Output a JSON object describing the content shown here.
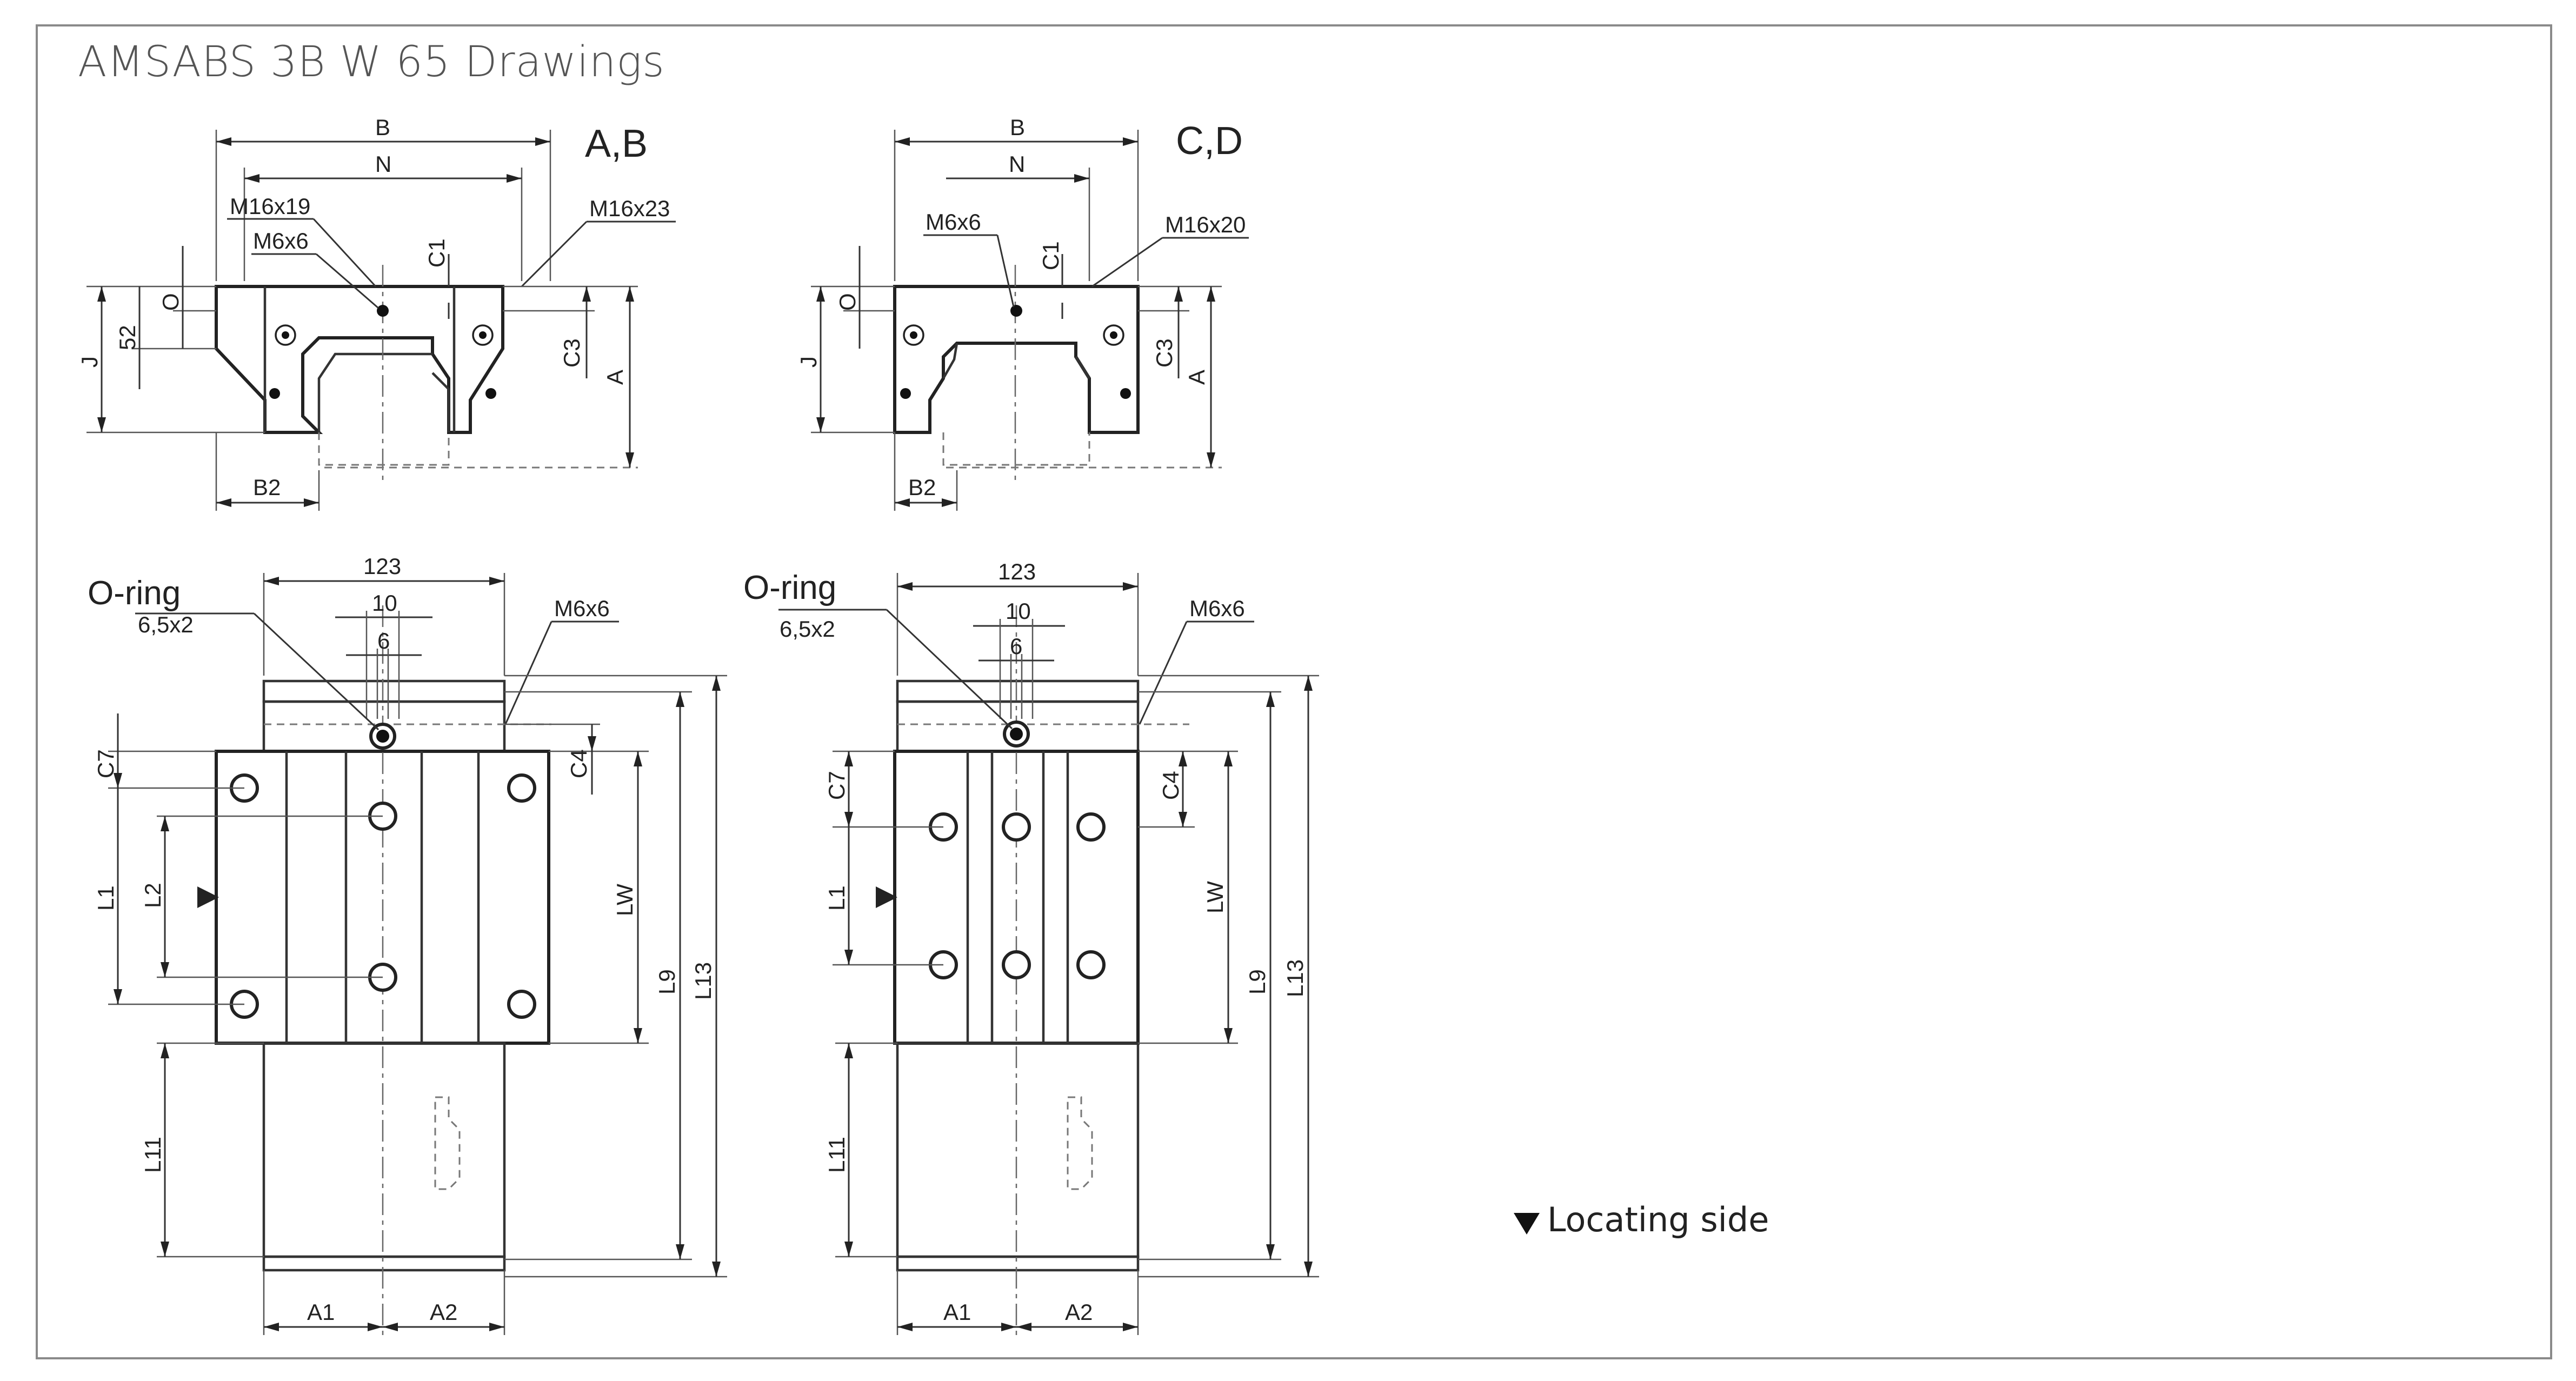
{
  "title": "AMSABS 3B W 65 Drawings",
  "views": {
    "ab_label": "A,B",
    "cd_label": "C,D"
  },
  "dims": {
    "B": "B",
    "N": "N",
    "C1": "C1",
    "C3": "C3",
    "A": "A",
    "O": "O",
    "J": "J",
    "val52": "52",
    "B2": "B2",
    "M16x19": "M16x19",
    "M16x23": "M16x23",
    "M16x20": "M16x20",
    "M6x6": "M6x6",
    "val123": "123",
    "val10": "10",
    "val6": "6",
    "C7": "C7",
    "C4": "C4",
    "L1": "L1",
    "L2": "L2",
    "LW": "LW",
    "L9": "L9",
    "L13": "L13",
    "L11": "L11",
    "A1": "A1",
    "A2": "A2"
  },
  "oring": {
    "label": "O-ring",
    "size": "6,5x2"
  },
  "legend": {
    "locating_side": "Locating side"
  }
}
